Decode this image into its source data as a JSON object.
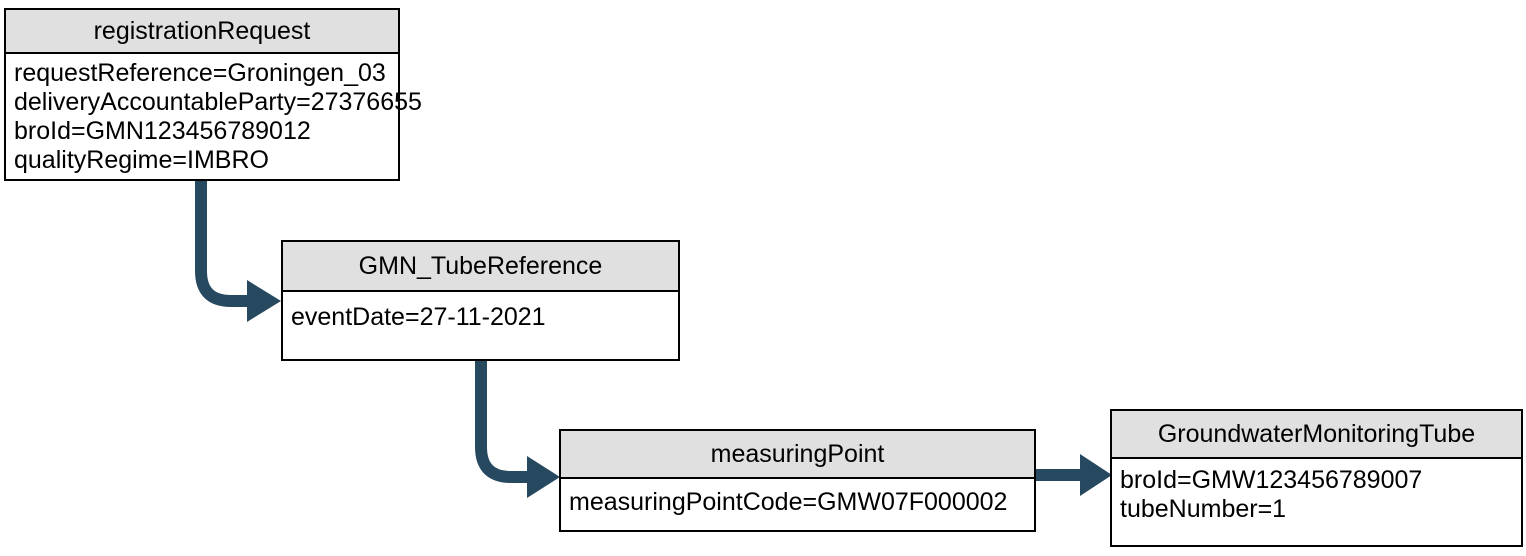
{
  "diagram": {
    "colors": {
      "arrow": "#27495f",
      "header_bg": "#e0e0e0",
      "border": "#000000"
    },
    "nodes": [
      {
        "title": "registrationRequest",
        "attributes": [
          "requestReference=Groningen_03",
          "deliveryAccountableParty=27376655",
          "broId=GMN123456789012",
          "qualityRegime=IMBRO"
        ]
      },
      {
        "title": "GMN_TubeReference",
        "attributes": [
          "eventDate=27-11-2021"
        ]
      },
      {
        "title": "measuringPoint",
        "attributes": [
          "measuringPointCode=GMW07F000002"
        ]
      },
      {
        "title": "GroundwaterMonitoringTube",
        "attributes": [
          "broId=GMW123456789007",
          "tubeNumber=1"
        ]
      }
    ],
    "connections": [
      {
        "from": "registrationRequest",
        "to": "GMN_TubeReference"
      },
      {
        "from": "GMN_TubeReference",
        "to": "measuringPoint"
      },
      {
        "from": "measuringPoint",
        "to": "GroundwaterMonitoringTube"
      }
    ]
  }
}
